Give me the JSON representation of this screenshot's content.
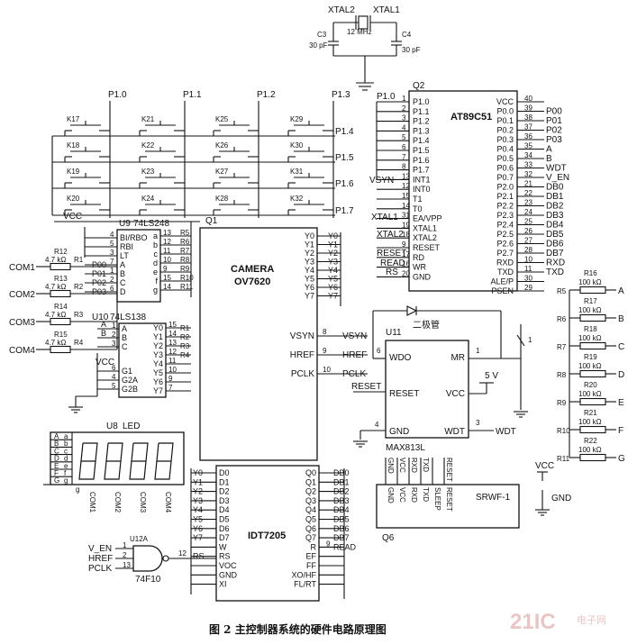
{
  "caption": "图 2   主控制器系统的硬件电路原理图",
  "watermark": {
    "brand": "21IC",
    "sub": "电子网"
  },
  "crystal": {
    "xtal2": "XTAL2",
    "xtal1": "XTAL1",
    "freq": "12 MHz",
    "c3": "C3",
    "c4": "C4",
    "c3v": "30 pF",
    "c4v": "30 pF"
  },
  "keypad": {
    "cols": [
      "P1.0",
      "P1.1",
      "P1.2",
      "P1.3"
    ],
    "rows": [
      "P1.4",
      "P1.5",
      "P1.6",
      "P1.7"
    ],
    "keys": [
      [
        "K17",
        "K21",
        "K25",
        "K29"
      ],
      [
        "K18",
        "K22",
        "K26",
        "K30"
      ],
      [
        "K19",
        "K23",
        "K27",
        "K31"
      ],
      [
        "K20",
        "K24",
        "K28",
        "K32"
      ]
    ]
  },
  "mcu": {
    "ref": "Q2",
    "name": "AT89C51",
    "left": [
      "P1.0",
      "P1.1",
      "P1.2",
      "P1.3",
      "P1.4",
      "P1.5",
      "P1.6",
      "P1.7",
      "INT1",
      "INT0",
      "T1",
      "T0",
      "EA/VPP",
      "XTAL1",
      "XTAL2",
      "RESET",
      "RD",
      "WR",
      "GND"
    ],
    "left_nums": [
      "1",
      "2",
      "3",
      "4",
      "5",
      "6",
      "7",
      "8",
      "13",
      "12",
      "15",
      "14",
      "31",
      "19",
      "18",
      "9",
      "17",
      "16",
      "20"
    ],
    "left_ext": {
      "vsyn": "VSYN",
      "xtal1": "XTAL1",
      "xtal2": "XTAL2",
      "reset": "RESET",
      "read": "READ",
      "rs": "RS"
    },
    "right": [
      "VCC",
      "P0.0",
      "P0.1",
      "P0.2",
      "P0.3",
      "P0.4",
      "P0.5",
      "P0.6",
      "P0.7",
      "P2.0",
      "P2.1",
      "P2.2",
      "P2.3",
      "P2.4",
      "P2.5",
      "P2.6",
      "P2.7",
      "RXD",
      "TXD",
      "ALE/P",
      "PSEN"
    ],
    "right_nums": [
      "40",
      "39",
      "38",
      "37",
      "36",
      "35",
      "34",
      "33",
      "32",
      "21",
      "22",
      "23",
      "24",
      "25",
      "26",
      "27",
      "28",
      "10",
      "11",
      "30",
      "29"
    ],
    "right_ext": [
      "",
      "P00",
      "P01",
      "P02",
      "P03",
      "A",
      "B",
      "WDT",
      "V_EN",
      "DB0",
      "DB1",
      "DB2",
      "DB3",
      "DB4",
      "DB5",
      "DB6",
      "DB7",
      "RXD",
      "TXD",
      "",
      ""
    ]
  },
  "u9": {
    "ref": "U9",
    "name": "74LS248",
    "left": [
      "BI/RBO",
      "RBI",
      "LT",
      "A",
      "B",
      "C",
      "D"
    ],
    "left_nums": [
      "4",
      "5",
      "3",
      "7",
      "1",
      "2",
      "6"
    ],
    "right": [
      "a",
      "b",
      "c",
      "d",
      "e",
      "f",
      "g"
    ],
    "right_nums": [
      "13",
      "12",
      "11",
      "10",
      "9",
      "15",
      "14"
    ],
    "rres": [
      "R5",
      "R6",
      "R7",
      "R8",
      "R9",
      "R10",
      "R11"
    ],
    "inputs": [
      "P00",
      "P01",
      "P02",
      "P03"
    ],
    "vcc": "VCC"
  },
  "u10": {
    "ref": "U10",
    "name": "74LS138",
    "left": [
      "A",
      "B",
      "C",
      "G1",
      "G2A",
      "G2B"
    ],
    "left_nums": [
      "1",
      "2",
      "3",
      "6",
      "4",
      "5"
    ],
    "right": [
      "Y0",
      "Y1",
      "Y2",
      "Y3",
      "Y4",
      "Y5",
      "Y6",
      "Y7"
    ],
    "right_nums": [
      "15",
      "14",
      "13",
      "12",
      "11",
      "10",
      "9",
      "7"
    ],
    "ab": [
      "A",
      "B"
    ],
    "rres": [
      "R1",
      "R2",
      "R3",
      "R4"
    ],
    "vcc": "VCC"
  },
  "com": {
    "labels": [
      "COM1",
      "COM2",
      "COM3",
      "COM4"
    ],
    "res": [
      "R12",
      "R13",
      "R14",
      "R15"
    ],
    "resv": [
      "4.7 kΩ",
      "4.7 kΩ",
      "4.7 kΩ",
      "4.7 kΩ"
    ],
    "r": [
      "R1",
      "R2",
      "R3",
      "R4"
    ]
  },
  "led": {
    "ref": "U8",
    "name": "LED",
    "segs": [
      "A",
      "B",
      "C",
      "D",
      "E",
      "F",
      "G"
    ],
    "segs_low": [
      "a",
      "b",
      "c",
      "d",
      "e",
      "f",
      "g"
    ],
    "coms": [
      "COM1",
      "COM2",
      "COM3",
      "COM4"
    ]
  },
  "camera": {
    "name": "CAMERA",
    "model": "OV7620",
    "y": [
      "Y0",
      "Y1",
      "Y2",
      "Y3",
      "Y4",
      "Y5",
      "Y6",
      "Y7"
    ],
    "yext": [
      "Y0",
      "Y1",
      "Y2",
      "Y3",
      "Y4",
      "Y5",
      "Y6",
      "Y7"
    ],
    "sig": [
      "VSYN",
      "HREF",
      "PCLK"
    ],
    "sig_nums": [
      "8",
      "9",
      "10"
    ],
    "sig_ext": [
      "VSYN",
      "HREF",
      "PCLK"
    ],
    "top": "Q1"
  },
  "fifo": {
    "name": "IDT7205",
    "left": [
      "D0",
      "D1",
      "D2",
      "D3",
      "D4",
      "D5",
      "D6",
      "D7",
      "W",
      "RS",
      "VOC",
      "GND",
      "XI"
    ],
    "left_ext": [
      "Y0",
      "Y1",
      "Y2",
      "Y3",
      "Y4",
      "Y5",
      "Y6",
      "Y7",
      "",
      "RS",
      "",
      "",
      ""
    ],
    "left_nums": [
      "14",
      "15",
      "17",
      "18",
      "19",
      "20",
      "",
      "",
      "",
      "",
      "",
      "",
      ""
    ],
    "right": [
      "Q0",
      "Q1",
      "Q2",
      "Q3",
      "Q4",
      "Q5",
      "Q6",
      "Q7",
      "R",
      "EF",
      "FF",
      "XO/HF",
      "FL/RT"
    ],
    "right_ext": [
      "DB0",
      "DB1",
      "DB2",
      "DB3",
      "DB4",
      "DB5",
      "DB6",
      "DB7",
      "READ",
      "",
      "",
      "",
      ""
    ],
    "right_nums": [
      "",
      "",
      "",
      "",
      "",
      "",
      "",
      "",
      "9",
      "",
      "",
      "",
      ""
    ]
  },
  "nand": {
    "ref": "U12A",
    "name": "74F10",
    "inputs": [
      "V_EN",
      "HREF",
      "PCLK"
    ],
    "in_nums": [
      "1",
      "2",
      "13"
    ],
    "out_num": "12"
  },
  "max": {
    "ref": "U11",
    "name": "MAX813L",
    "pins": [
      "WDO",
      "RESET",
      "GND",
      "MR",
      "VCC",
      "WDT"
    ],
    "pin_nums": [
      "6",
      "",
      "4",
      "1",
      "",
      "3"
    ],
    "ext": {
      "reset": "RESET",
      "v5": "5 V",
      "wdt": "WDT"
    },
    "diode": "二极管",
    "switch_num": "1"
  },
  "srwf": {
    "name": "SRWF-1",
    "ref": "Q6",
    "pins": [
      "GND",
      "VCC",
      "RXD",
      "TXD",
      "SLEEP",
      "RESET"
    ],
    "nets": [
      "GND",
      "VCC",
      "RXD",
      "TXD",
      "",
      "RESET"
    ]
  },
  "rnet": {
    "r": [
      "R5",
      "R6",
      "R7",
      "R8",
      "R9",
      "R10",
      "R11"
    ],
    "rn": [
      "R16",
      "R17",
      "R18",
      "R19",
      "R20",
      "R21",
      "R22"
    ],
    "val": [
      "100 kΩ",
      "100 kΩ",
      "100 kΩ",
      "100 kΩ",
      "100 kΩ",
      "100 kΩ",
      "100 kΩ"
    ],
    "out": [
      "A",
      "B",
      "C",
      "D",
      "E",
      "F",
      "G"
    ]
  },
  "power": {
    "vcc": "VCC",
    "gnd": "GND"
  }
}
